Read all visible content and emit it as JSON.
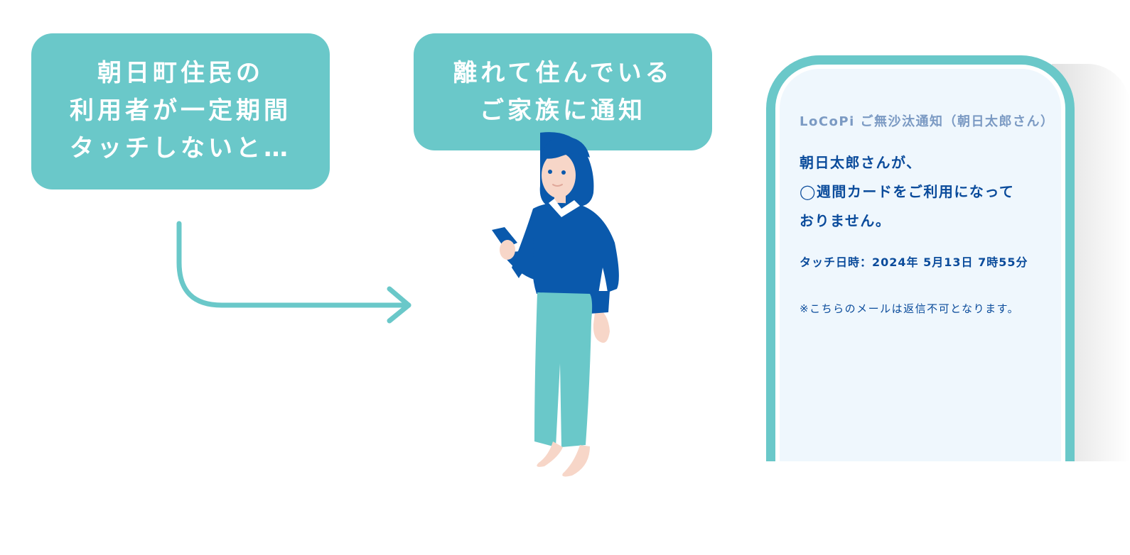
{
  "bubble_left": {
    "lines": [
      "朝日町住民の",
      "利用者が一定期間",
      "タッチしないと…"
    ]
  },
  "bubble_mid": {
    "lines": [
      "離れて住んでいる",
      "ご家族に通知"
    ]
  },
  "phone": {
    "subject": "LoCoPi ご無沙汰通知（朝日太郎さん）",
    "body_lines": [
      "朝日太郎さんが、",
      "◯週間カードをご利用になって",
      "おりません。"
    ],
    "touch_time": "タッチ日時：2024年 5月13日 7時55分",
    "note": "※こちらのメールは返信不可となります。"
  },
  "colors": {
    "teal": "#6ac8c9",
    "navy": "#0a59ac",
    "skin": "#f7d6c8",
    "screen_bg": "#eff7fd"
  },
  "icons": {
    "arrow": "curved-right-arrow-icon",
    "person": "person-holding-phone-icon"
  }
}
